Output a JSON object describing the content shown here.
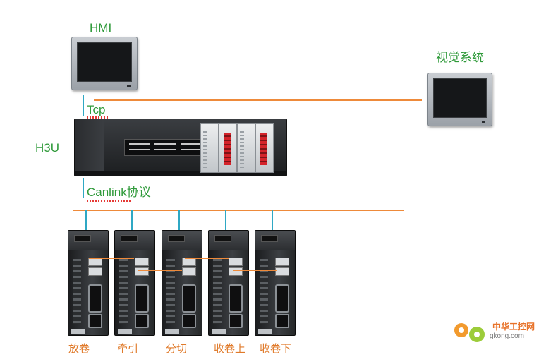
{
  "labels": {
    "hmi": "HMI",
    "vision": "视觉系统",
    "tcp": "Tcp",
    "plc": "H3U",
    "canlink": "Canlink协议"
  },
  "drives": [
    {
      "label": "放卷"
    },
    {
      "label": "牵引"
    },
    {
      "label": "分切"
    },
    {
      "label": "收卷上"
    },
    {
      "label": "收卷下"
    }
  ],
  "watermark": {
    "title": "中华工控网",
    "domain": "gkong.com"
  },
  "colors": {
    "label_green": "#2f9a3a",
    "label_orange": "#e07a2a",
    "bus_line": "#ee8a3a",
    "link_line": "#2fa8c4"
  }
}
